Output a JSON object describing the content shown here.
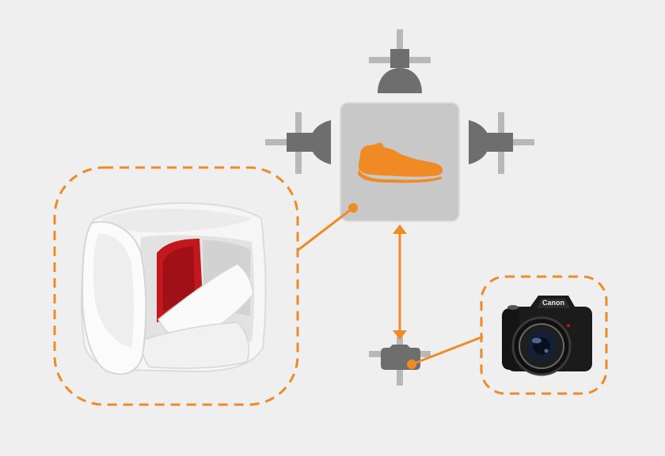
{
  "colors": {
    "background": "#efefef",
    "accent": "#f08a24",
    "light_fixture": "#6e6e6e",
    "light_stand": "#b8b8b8",
    "box_fill": "#c8c8c8",
    "box_stroke": "#dddddd",
    "tent_fabric": "#f6f6f6",
    "tent_backdrop": "#c0181e",
    "camera_body": "#1b1b1b"
  },
  "icons": {
    "product": "shoe-icon",
    "lights": "spotlight-icon",
    "camera_mount": "camera-mount-icon",
    "tent": "light-tent-image",
    "camera": "dslr-camera-image"
  },
  "camera": {
    "brand": "Canon"
  }
}
